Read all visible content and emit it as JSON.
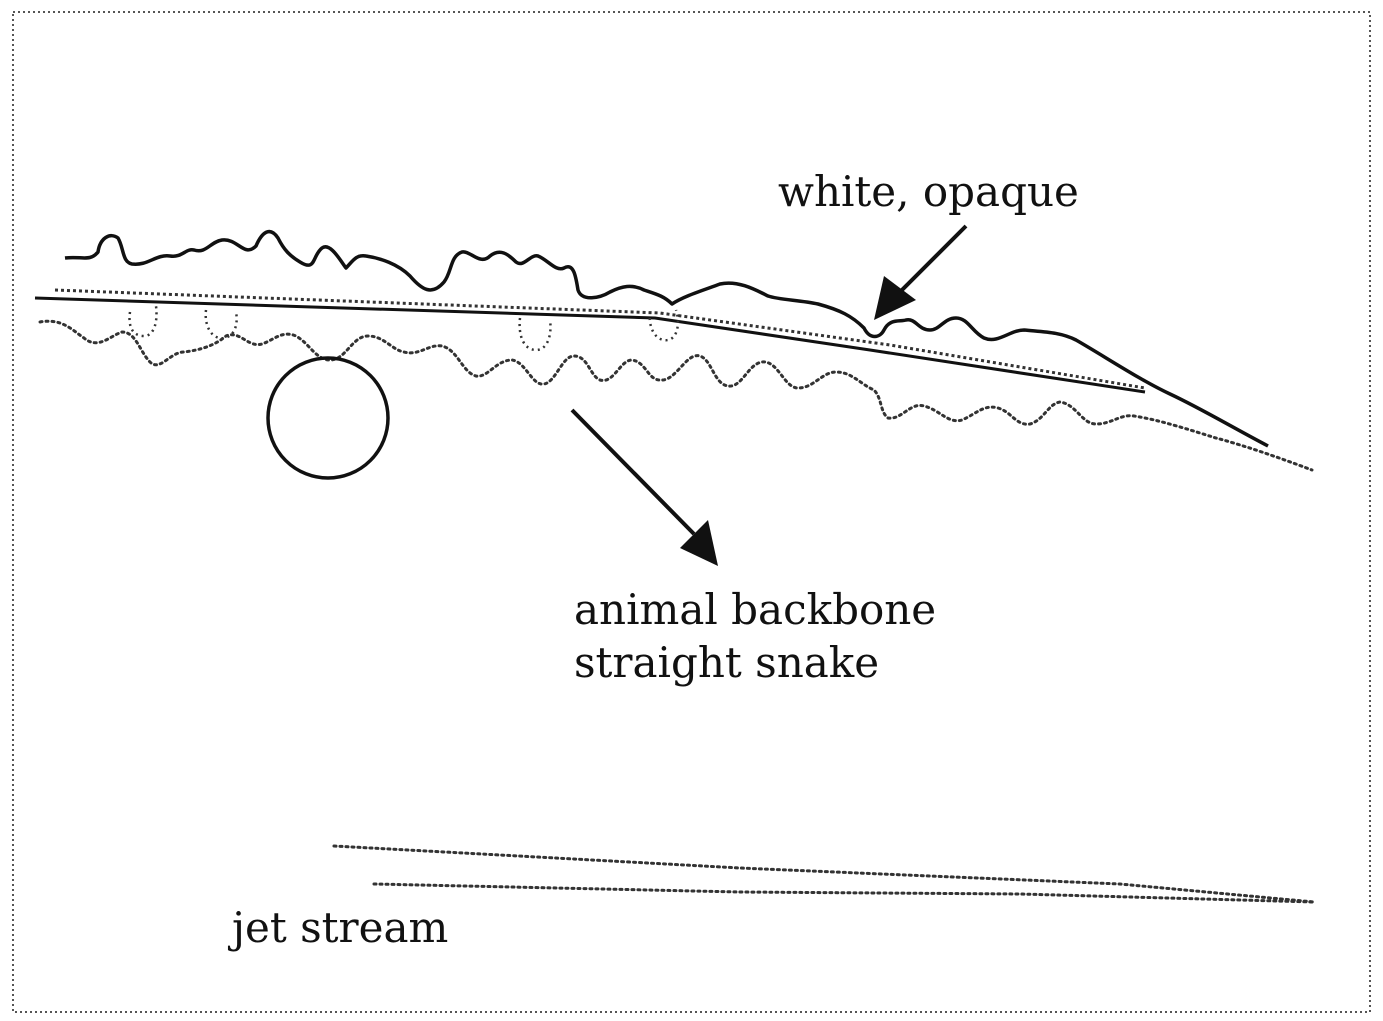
{
  "labels": {
    "white_opaque": "white, opaque",
    "animal_backbone": "animal backbone",
    "straight_snake": "straight snake",
    "jet_stream": "jet stream"
  },
  "colors": {
    "ink": "#111111",
    "paper": "#ffffff",
    "dotted_ink": "#333333"
  }
}
